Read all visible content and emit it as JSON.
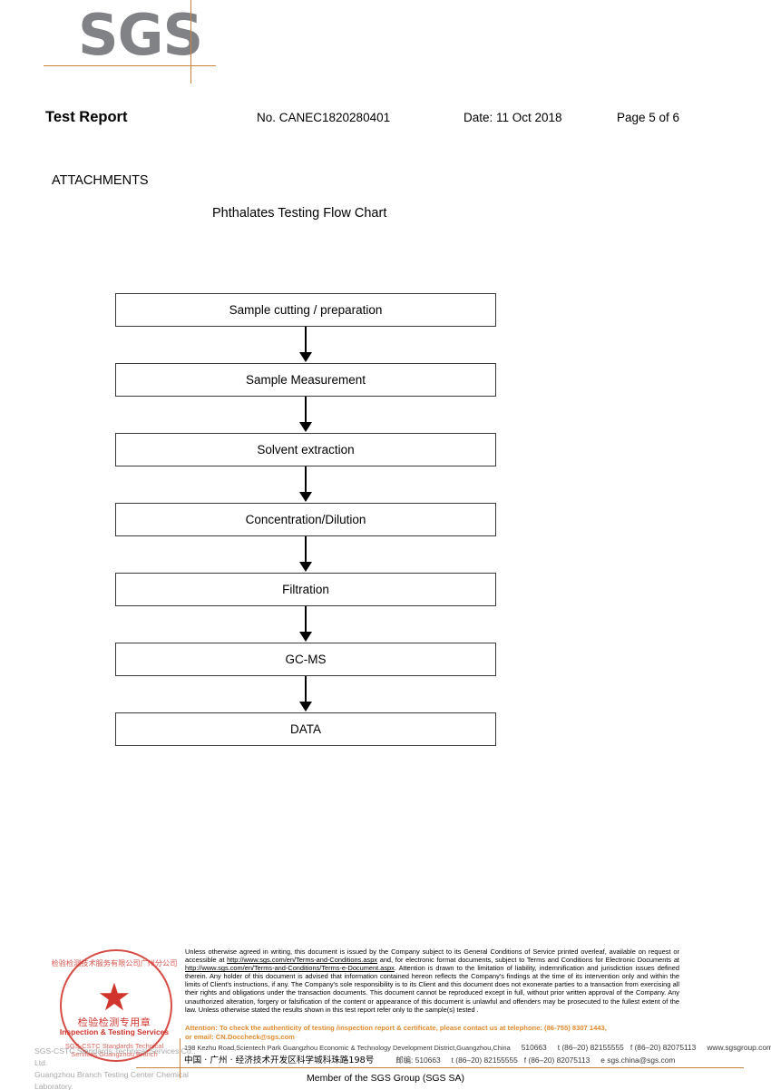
{
  "brand": {
    "logo_text": "SGS",
    "logo_color": "#808285",
    "rule_color": "#c8843c"
  },
  "header": {
    "title": "Test Report",
    "report_no": "No. CANEC1820280401",
    "date": "Date: 11 Oct 2018",
    "page": "Page 5 of 6"
  },
  "body": {
    "attachments_label": "ATTACHMENTS",
    "flow_title": "Phthalates Testing Flow Chart"
  },
  "flowchart": {
    "type": "flow",
    "steps": [
      {
        "label": "Sample cutting / preparation"
      },
      {
        "label": "Sample Measurement"
      },
      {
        "label": "Solvent extraction"
      },
      {
        "label": "Concentration/Dilution"
      },
      {
        "label": "Filtration"
      },
      {
        "label": "GC-MS"
      },
      {
        "label": "DATA"
      }
    ]
  },
  "seal": {
    "arc_top": "检验检测技术服务有限公司广州分公司",
    "star": "★",
    "center_cn": "检验检测专用章",
    "center_en": "Inspection & Testing Services",
    "arc_bottom": "SGS-CSTC Standards Technical Services Guangzhou Branch",
    "company_line1": "SGS-CSTC Standards Technical Services Co., Ltd.",
    "company_line2": "Guangzhou Branch Testing Center Chemical Laboratory.",
    "seal_color": "#d0342c"
  },
  "footer": {
    "disclaimer_part1": "Unless otherwise agreed in writing, this document is issued by the Company subject to its General Conditions of Service printed overleaf, available on request or accessible at ",
    "disclaimer_link1": "http://www.sgs.com/en/Terms-and-Conditions.aspx",
    "disclaimer_part2": " and, for electronic format documents, subject to Terms and Conditions for Electronic Documents at ",
    "disclaimer_link2": "http://www.sgs.com/en/Terms-and-Conditions/Terms-e-Document.aspx",
    "disclaimer_part3": ". Attention is drawn to the limitation of liability, indemnification and jurisdiction issues defined therein. Any holder of this document is advised that information contained hereon reflects the Company's findings at the time of its intervention only and within the limits of Client's instructions, if any. The Company's sole responsibility is to its Client and this document does not exonerate parties to a transaction from exercising all their rights and obligations under the transaction documents. This document cannot be reproduced except in full, without prior written approval of the Company. Any unauthorized alteration, forgery or falsification of the content or appearance of this document is unlawful and offenders may be prosecuted to the fullest extent of the law. Unless otherwise stated the results shown in this test report refer only to the sample(s) tested .",
    "attention_line1": "Attention: To check the authenticity of testing /inspection report & certificate, please contact us at telephone: (86-755) 8307 1443,",
    "attention_line2": "or email: CN.Doccheck@sgs.com",
    "attention_color": "#e08a2e",
    "address_en": "198 Kezhu Road,Scientech Park Guangzhou Economic & Technology Development District,Guangzhou,China",
    "postcode_en": "510663",
    "tel_en": "t (86–20) 82155555",
    "fax_en": "f (86–20) 82075113",
    "web_en": "www.sgsgroup.com.cn",
    "address_cn": "中国 · 广州 · 经济技术开发区科学城科珠路198号",
    "postcode_cn": "邮编: 510663",
    "tel_cn": "t (86–20) 82155555",
    "fax_cn": "f (86–20) 82075113",
    "email_cn": "e sgs.china@sgs.com",
    "member": "Member of the SGS Group (SGS SA)"
  }
}
